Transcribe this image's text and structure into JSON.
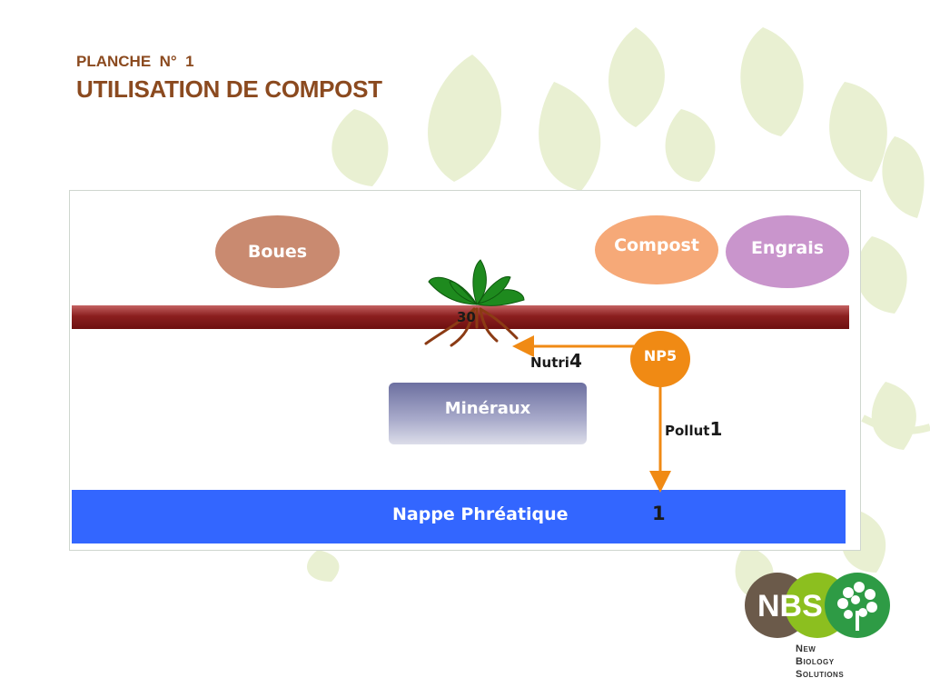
{
  "slide": {
    "subtitle": "PLANCHE  N°  1",
    "title": "UTILISATION DE COMPOST"
  },
  "diagram": {
    "inputs": [
      {
        "label": "Boues",
        "color": "#c98a70"
      },
      {
        "label": "Compost",
        "color": "#f6a978"
      },
      {
        "label": "Engrais",
        "color": "#c995cc"
      }
    ],
    "plant_value": "30",
    "source_node": {
      "label": "NP5",
      "color": "#f08a14"
    },
    "edges": [
      {
        "label": "Nutri",
        "value": "4",
        "target": "plant"
      },
      {
        "label": "Pollut",
        "value": "1",
        "target": "nappe"
      }
    ],
    "minerals_label": "Minéraux",
    "water_table": {
      "label": "Nappe Phréatique",
      "value": "1",
      "color": "#3366ff"
    },
    "soil_color": "#8b1f1f",
    "edge_color": "#f08a14"
  },
  "logo": {
    "mark": "NBS",
    "line1": "New",
    "line2": "Biology",
    "line3": "Solutions"
  }
}
